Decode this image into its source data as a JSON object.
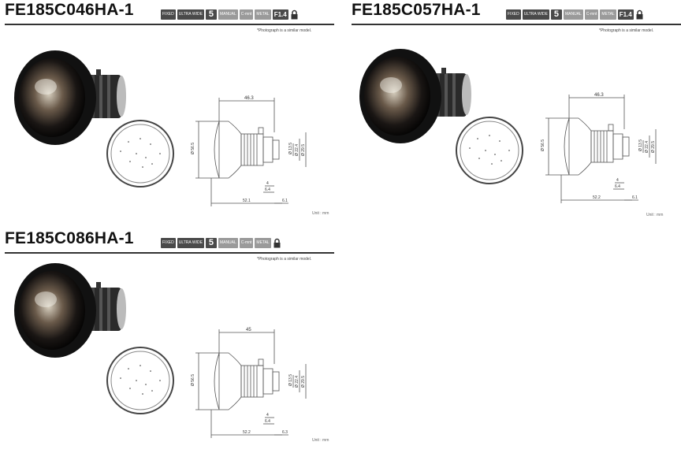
{
  "products": [
    {
      "model": "FE185C046HA-1",
      "badges": [
        "FIXED",
        "ULTRA WIDE",
        "5",
        "MANUAL",
        "C-mnt",
        "METAL",
        "F1.4"
      ],
      "note": "*Photograph is a similar model.",
      "dims": {
        "length": "46.3",
        "flange": "52.1",
        "diameter": "Ø 56.5",
        "d1": "Ø 13.5",
        "d2": "Ø 22.4",
        "d3": "Ø 29.5",
        "a": "4",
        "b": "6.4",
        "c": "6.1"
      },
      "unit": "Unit : mm"
    },
    {
      "model": "FE185C057HA-1",
      "badges": [
        "FIXED",
        "ULTRA WIDE",
        "5",
        "MANUAL",
        "C-mnt",
        "METAL",
        "F1.4"
      ],
      "note": "*Photograph is a similar model.",
      "dims": {
        "length": "46.3",
        "flange": "52.2",
        "diameter": "Ø 56.5",
        "d1": "Ø 13.5",
        "d2": "Ø 22.4",
        "d3": "Ø 29.5",
        "a": "4",
        "b": "6.4",
        "c": "6.1"
      },
      "unit": "Unit : mm"
    },
    {
      "model": "FE185C086HA-1",
      "badges": [
        "FIXED",
        "ULTRA WIDE",
        "5",
        "MANUAL",
        "C-mnt",
        "METAL"
      ],
      "note": "*Photograph is a similar model.",
      "dims": {
        "length": "45",
        "flange": "52.2",
        "diameter": "Ø 56.5",
        "d1": "Ø 13.5",
        "d2": "Ø 22.4",
        "d3": "Ø 29.5",
        "a": "4",
        "b": "6.4",
        "c": "6.3"
      },
      "unit": "Unit : mm"
    }
  ]
}
